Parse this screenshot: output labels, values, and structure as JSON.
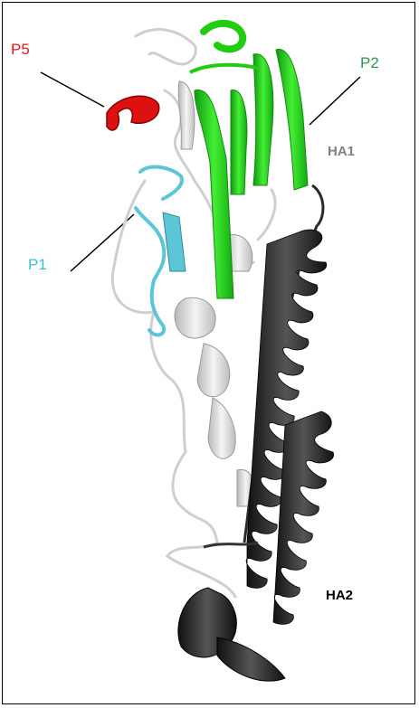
{
  "labels": {
    "p5": "P5",
    "p2": "P2",
    "p1": "P1",
    "ha1": "HA1",
    "ha2": "HA2"
  },
  "colors": {
    "p5": "#e31a1a",
    "p2": "#2f9a4e",
    "p1": "#3dbcd0",
    "ha1": "#808080",
    "ha2": "#000000",
    "green_domain": "#22cc11",
    "cyan_domain": "#5cc6d6",
    "red_domain": "#dd1111",
    "grey_ribbon": "#dcdcdc",
    "dark_ribbon": "#2a2a2a"
  }
}
